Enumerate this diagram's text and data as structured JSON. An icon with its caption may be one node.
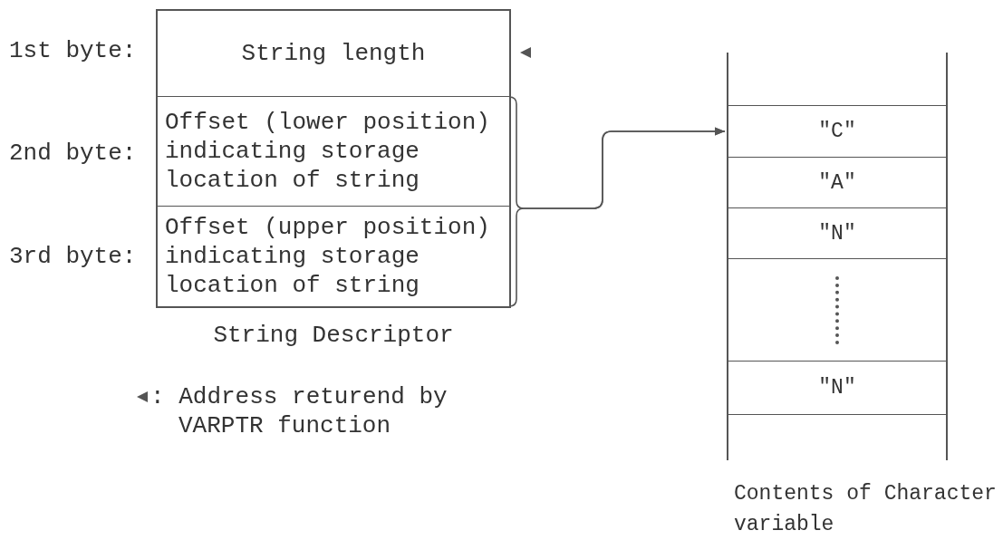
{
  "diagram": {
    "nodes": [
      {
        "text": [
          "String Descriptor"
        ]
      },
      {
        "text": [
          "String length"
        ],
        "in": 0
      },
      {
        "text": [
          "Offset (lower position) indicating storage location of string"
        ],
        "in": 0
      },
      {
        "text": [
          "Offset (upper position) indicating storage location of string"
        ],
        "in": 0
      },
      {
        "text": [
          "Contents of Character variable"
        ]
      },
      {
        "text": [
          "\"C\""
        ],
        "in": 4
      },
      {
        "text": [
          "\"A\""
        ],
        "in": 4
      },
      {
        "text": [
          "\"N\""
        ],
        "in": 4
      },
      {
        "text": [],
        "shape": "box",
        "in": 4
      },
      {
        "text": [
          "\"N\""
        ],
        "in": 4
      }
    ],
    "edges": [
      {
        "from": 2,
        "to": 5,
        "arrow": "to"
      },
      {
        "from": 3,
        "to": 5,
        "arrow": "to"
      }
    ],
    "labels": [
      "1st byte:",
      "2nd byte:",
      "3rd byte:"
    ],
    "legend": [
      {
        "text": ": Address returend by VARPTR function"
      }
    ]
  }
}
